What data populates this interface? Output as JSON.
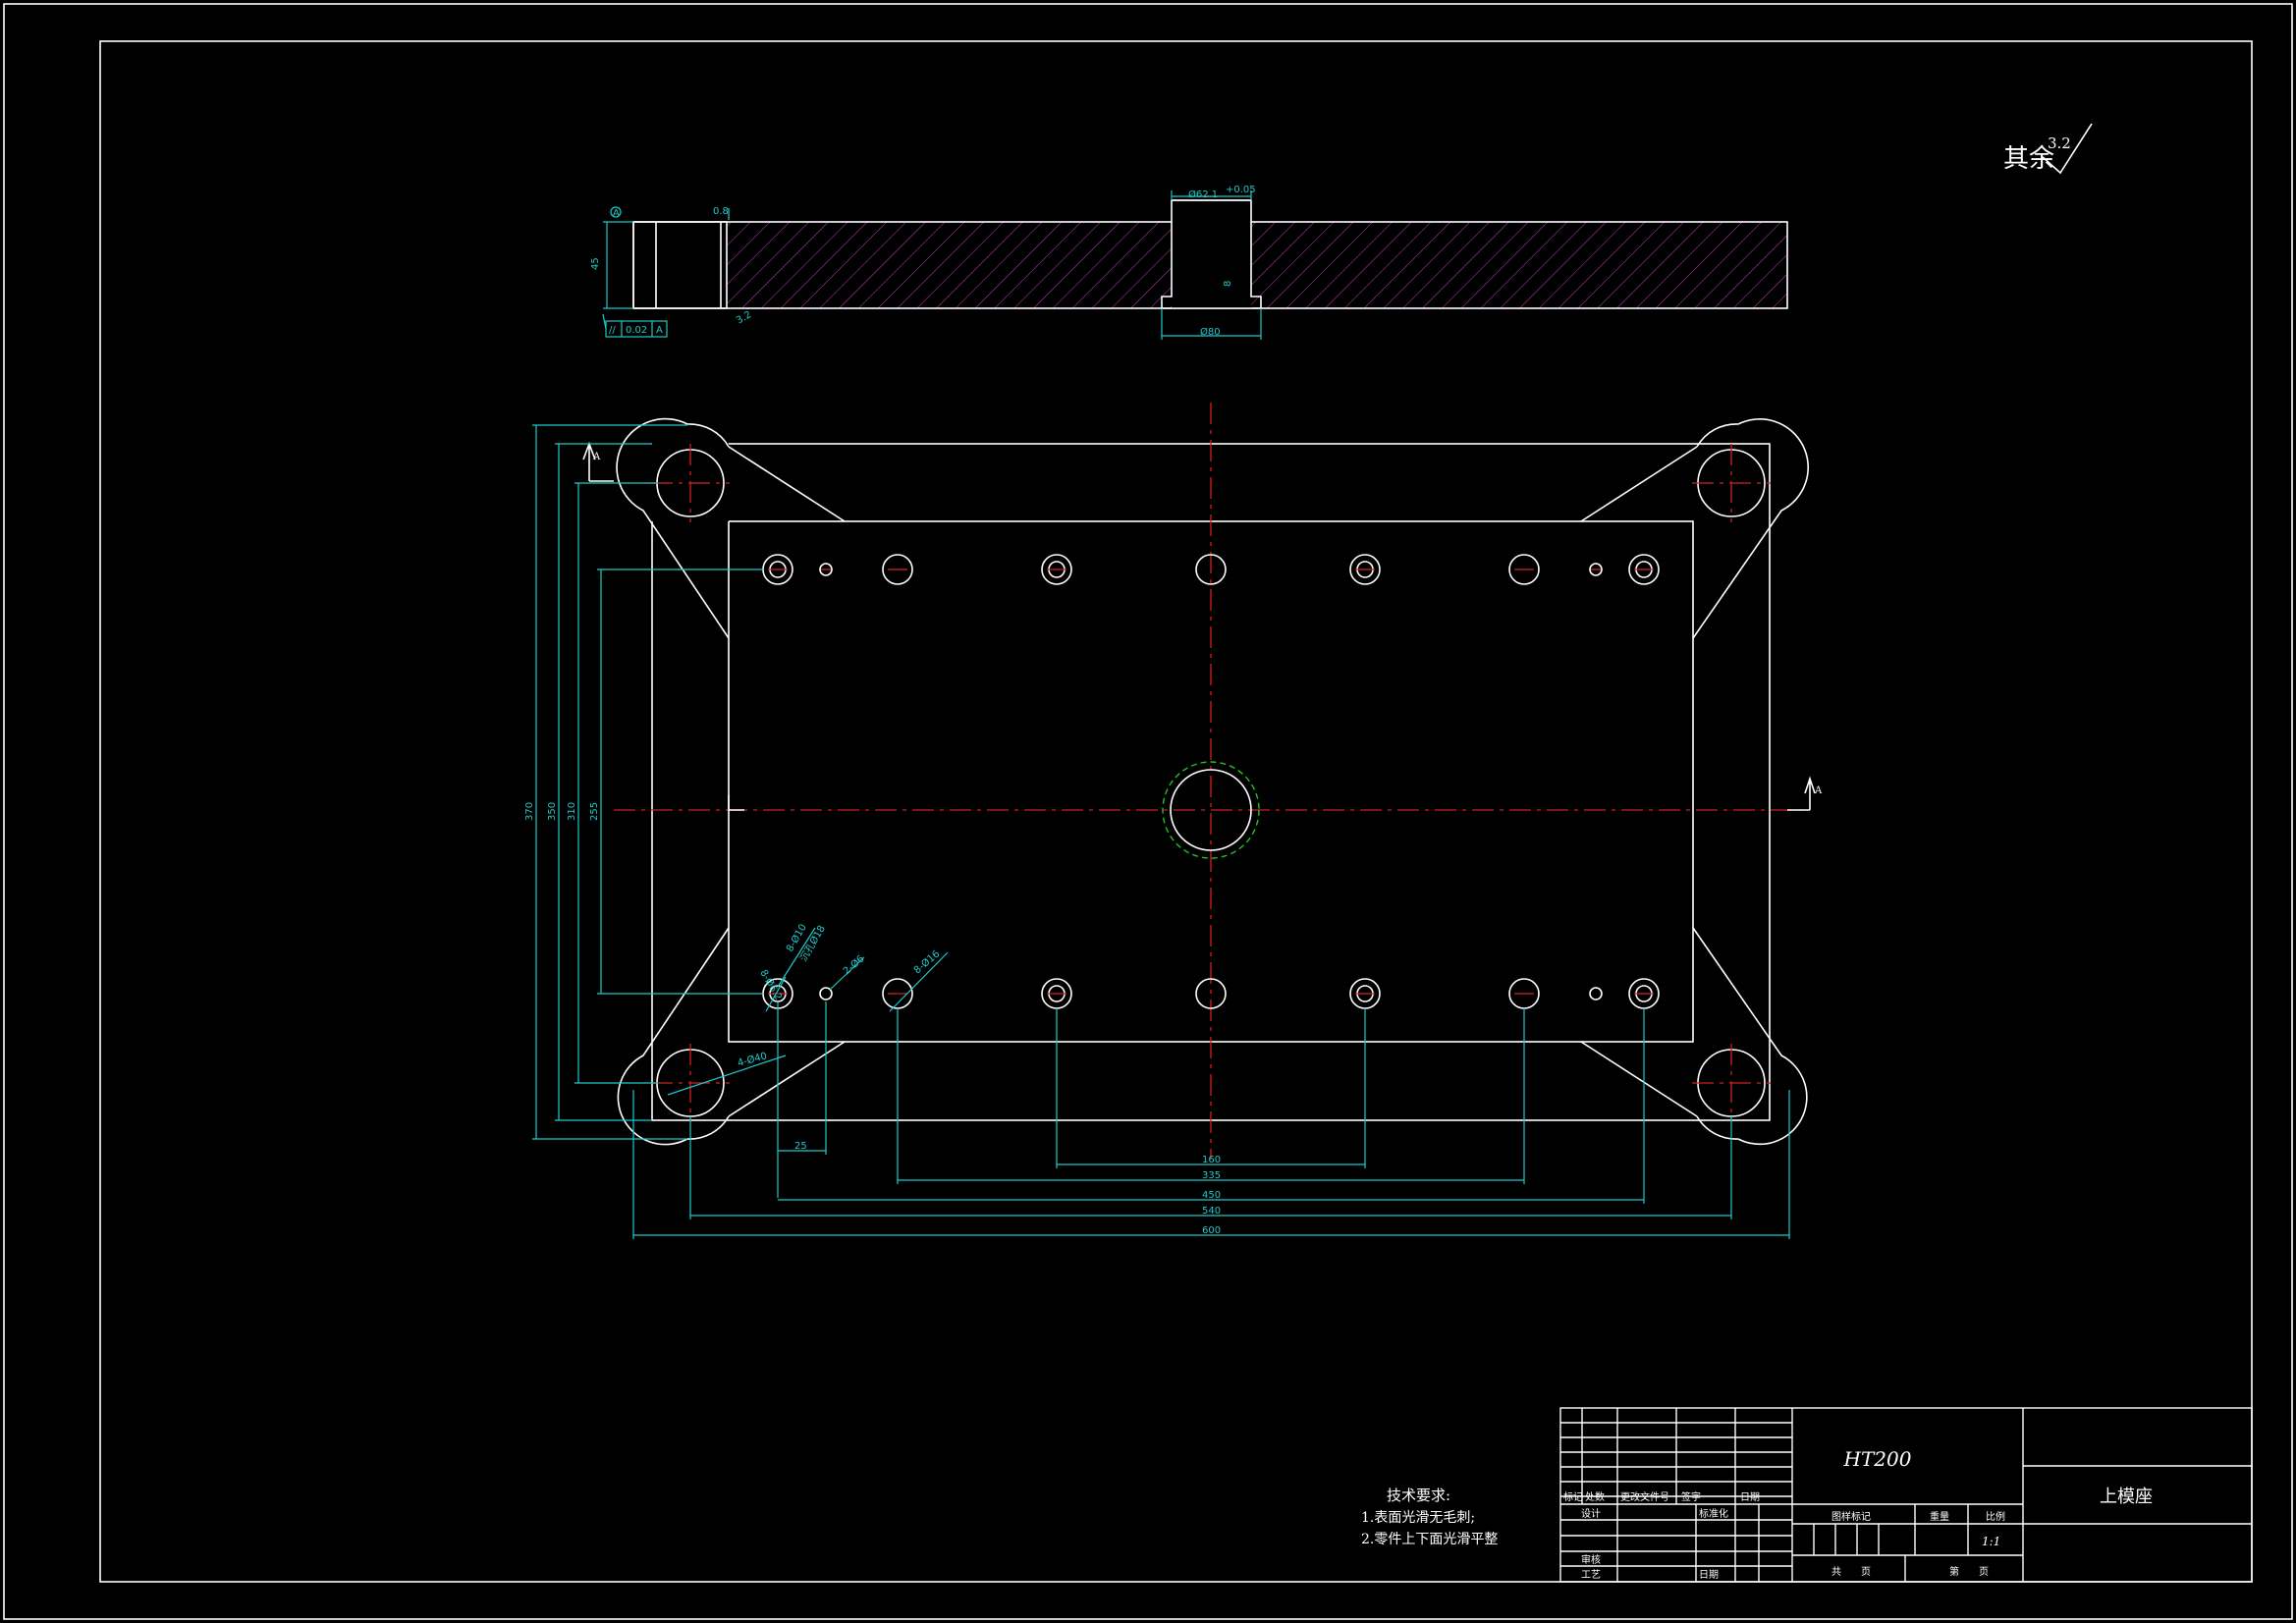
{
  "surface_roughness": {
    "note": "其余",
    "value": "3.2"
  },
  "section_view": {
    "thickness_dim": "45",
    "datum_label": "A",
    "tolerance_symbol": "//",
    "tolerance_value": "0.02",
    "datum_ref": "A",
    "chamfer_dim": "0.8",
    "roughness_small": "3.2",
    "bore_dim": "Ø62.1",
    "bore_tol": "+0.05",
    "counterbore_dim": "Ø80",
    "counterbore_depth": "8"
  },
  "plan_view": {
    "height_dims": [
      "370",
      "350",
      "310",
      "255"
    ],
    "width_dims": [
      "25",
      "160",
      "335",
      "450",
      "540",
      "600"
    ],
    "hole_notes": [
      "8-Ø6.2",
      "8-Ø10",
      "沉孔Ø18",
      "2-Ø6",
      "8-Ø16",
      "4-Ø40"
    ],
    "section_marks": [
      "A",
      "A"
    ]
  },
  "tech_requirements": {
    "title": "技术要求:",
    "items": [
      "1.表面光滑无毛刺;",
      "2.零件上下面光滑平整"
    ]
  },
  "title_block": {
    "material": "HT200",
    "part_name": "上模座",
    "rev_headers": [
      "标记",
      "处数",
      "更改文件号",
      "签字",
      "日期"
    ],
    "sign_labels": [
      "设计",
      "标准化",
      "审核",
      "工艺",
      "日期"
    ],
    "stage_labels": [
      "图样标记",
      "重量",
      "比例"
    ],
    "scale": "1:1",
    "sheet_labels": [
      "共",
      "页",
      "第",
      "页"
    ]
  }
}
